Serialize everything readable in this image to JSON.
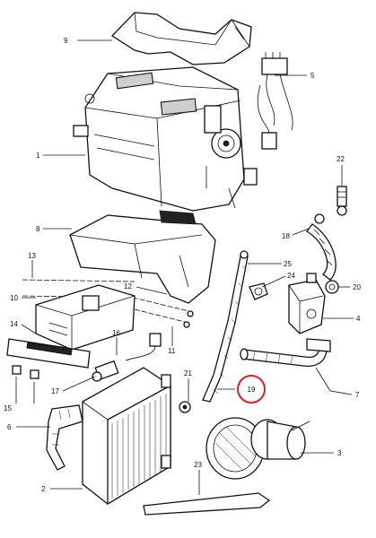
{
  "diagram": {
    "callouts": {
      "c1": "1",
      "c2": "2",
      "c3": "3",
      "c4": "4",
      "c5": "5",
      "c6": "6",
      "c7": "7",
      "c8": "8",
      "c9": "9",
      "c10": "10",
      "c11": "11",
      "c12": "12",
      "c13": "13",
      "c14": "14",
      "c15": "15",
      "c16": "16",
      "c17": "17",
      "c18": "18",
      "c19": "19",
      "c20": "20",
      "c21": "21",
      "c22": "22",
      "c23": "23",
      "c24": "24",
      "c25": "25"
    },
    "highlighted_callout": "19",
    "highlight_color": "#e02020",
    "line_color": "#111111"
  }
}
